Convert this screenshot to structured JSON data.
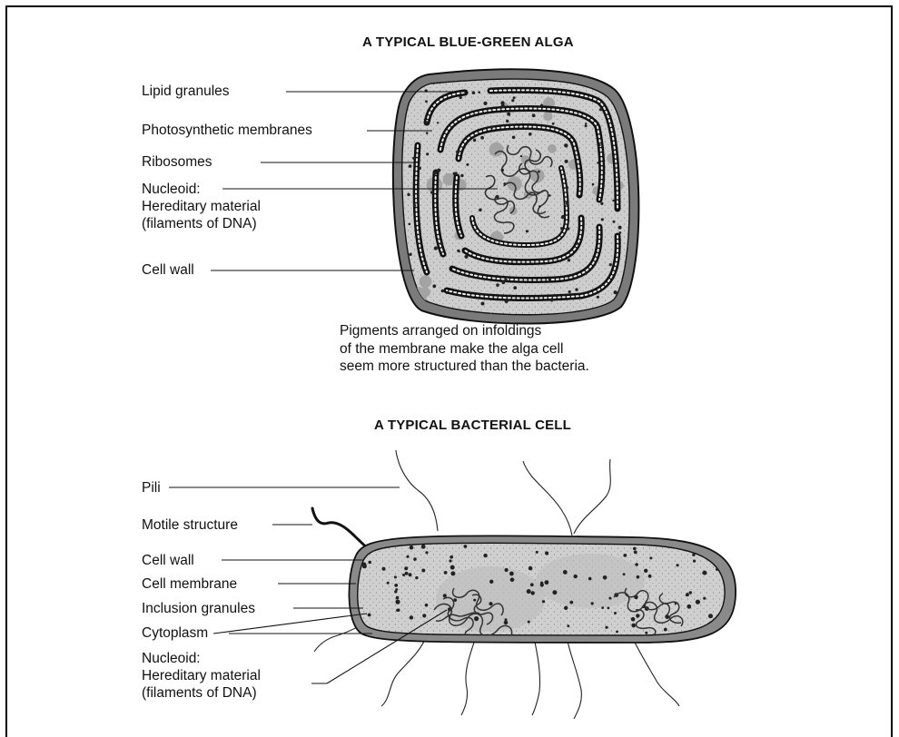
{
  "alga": {
    "title": "A TYPICAL BLUE-GREEN ALGA",
    "labels": {
      "lipid_granules": "Lipid granules",
      "photosynthetic_membranes": "Photosynthetic membranes",
      "ribosomes": "Ribosomes",
      "nucleoid_line1": "Nucleoid:",
      "nucleoid_line2": "Hereditary material",
      "nucleoid_line3": "(filaments of DNA)",
      "cell_wall": "Cell wall"
    },
    "caption": [
      "Pigments arranged on infoldings",
      "of the membrane make the alga cell",
      "seem more structured than the bacteria."
    ]
  },
  "bacterium": {
    "title": "A TYPICAL BACTERIAL CELL",
    "labels": {
      "pili": "Pili",
      "motile_structure": "Motile structure",
      "cell_wall": "Cell wall",
      "cell_membrane": "Cell membrane",
      "inclusion_granules": "Inclusion granules",
      "cytoplasm": "Cytoplasm",
      "nucleoid_line1": "Nucleoid:",
      "nucleoid_line2": "Hereditary material",
      "nucleoid_line3": "(filaments of DNA)"
    }
  },
  "colors": {
    "wall": "#7b7b7b",
    "cytoplasm": "#c9c9c9",
    "granule": "#a3a3a3",
    "ink": "#111111"
  }
}
